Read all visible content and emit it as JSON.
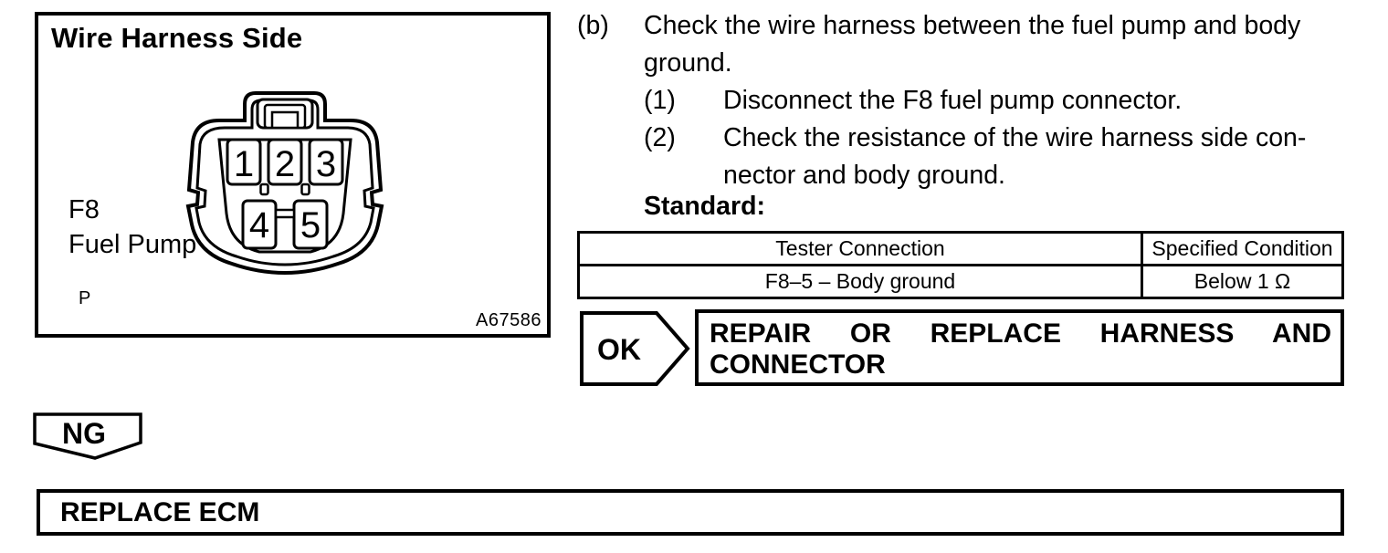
{
  "figure": {
    "title": "Wire Harness Side",
    "connector_id": "F8",
    "connector_name": "Fuel Pump",
    "color_code": "P",
    "figure_code": "A67586",
    "pins": [
      "1",
      "2",
      "3",
      "4",
      "5"
    ]
  },
  "procedure": {
    "step_label": "(b)",
    "step_lines": [
      "Check the wire harness between the fuel pump and body",
      "ground."
    ],
    "substeps": [
      {
        "label": "(1)",
        "lines": [
          "Disconnect the F8 fuel pump connector."
        ]
      },
      {
        "label": "(2)",
        "lines": [
          "Check the resistance of the wire harness side con-",
          "nector and body ground."
        ]
      }
    ],
    "standard_label": "Standard:"
  },
  "table": {
    "headers": [
      "Tester Connection",
      "Specified Condition"
    ],
    "rows": [
      [
        "F8–5 – Body ground",
        "Below 1 Ω"
      ]
    ]
  },
  "flow": {
    "ok_label": "OK",
    "ok_action_line1": "REPAIR OR REPLACE HARNESS AND",
    "ok_action_line2": "CONNECTOR",
    "ng_label": "NG",
    "ng_action": "REPLACE ECM"
  },
  "colors": {
    "ink": "#000000",
    "paper": "#ffffff"
  }
}
